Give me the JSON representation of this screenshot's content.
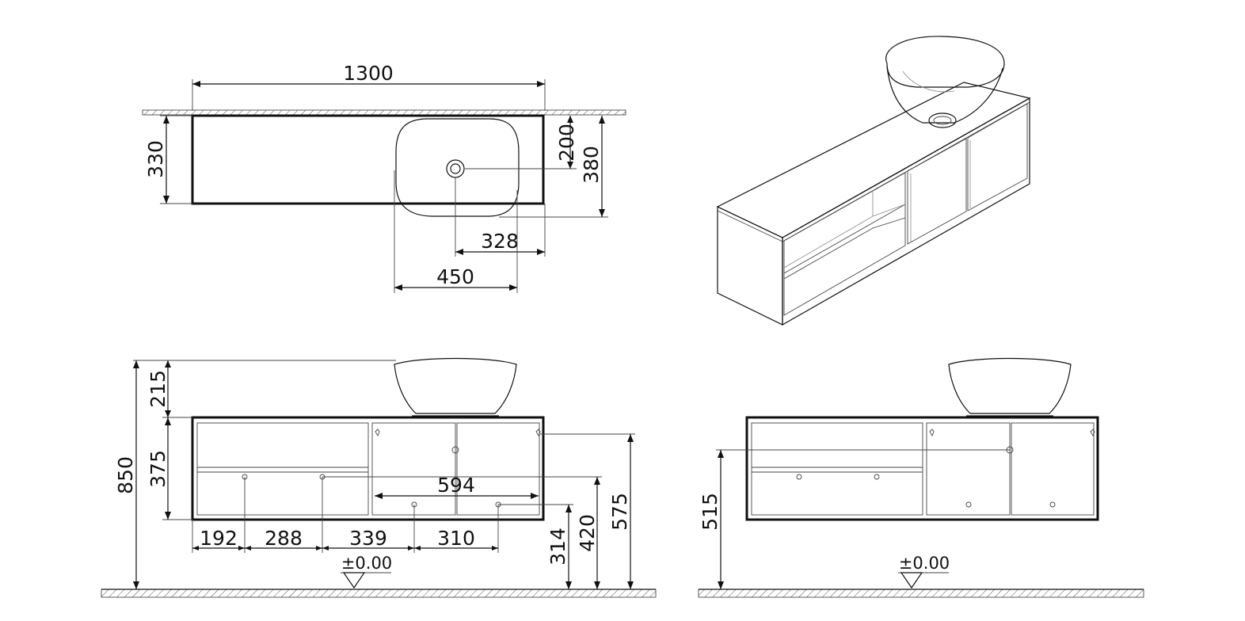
{
  "top_view": {
    "width_label": "1300",
    "depth_label": "330",
    "drain_offset_label": "200",
    "overall_depth_label": "380",
    "drain_from_right_label": "328",
    "basin_width_label": "450"
  },
  "front_view": {
    "total_height_label": "850",
    "basin_height_label": "215",
    "cabinet_height_label": "375",
    "segment_1_label": "192",
    "segment_2_label": "288",
    "segment_3_label": "339",
    "segment_4_label": "310",
    "inner_width_label": "594",
    "height_314_label": "314",
    "height_420_label": "420",
    "height_575_label": "575",
    "floor_level_label": "±0.00"
  },
  "side_view": {
    "height_515_label": "515",
    "floor_level_label": "±0.00"
  }
}
